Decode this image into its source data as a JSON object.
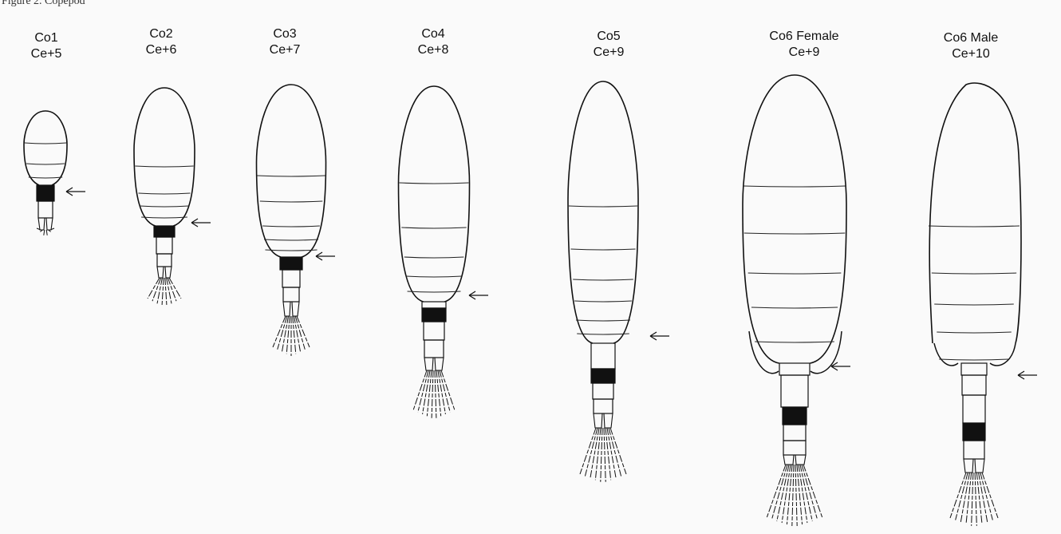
{
  "caption_fragment": "Figure 2. Copepod",
  "stages": [
    {
      "name": "Co1",
      "code": "Ce+5"
    },
    {
      "name": "Co2",
      "code": "Ce+6"
    },
    {
      "name": "Co3",
      "code": "Ce+7"
    },
    {
      "name": "Co4",
      "code": "Ce+8"
    },
    {
      "name": "Co5",
      "code": "Ce+9"
    },
    {
      "name": "Co6 Female",
      "code": "Ce+9"
    },
    {
      "name": "Co6 Male",
      "code": "Ce+10"
    }
  ]
}
